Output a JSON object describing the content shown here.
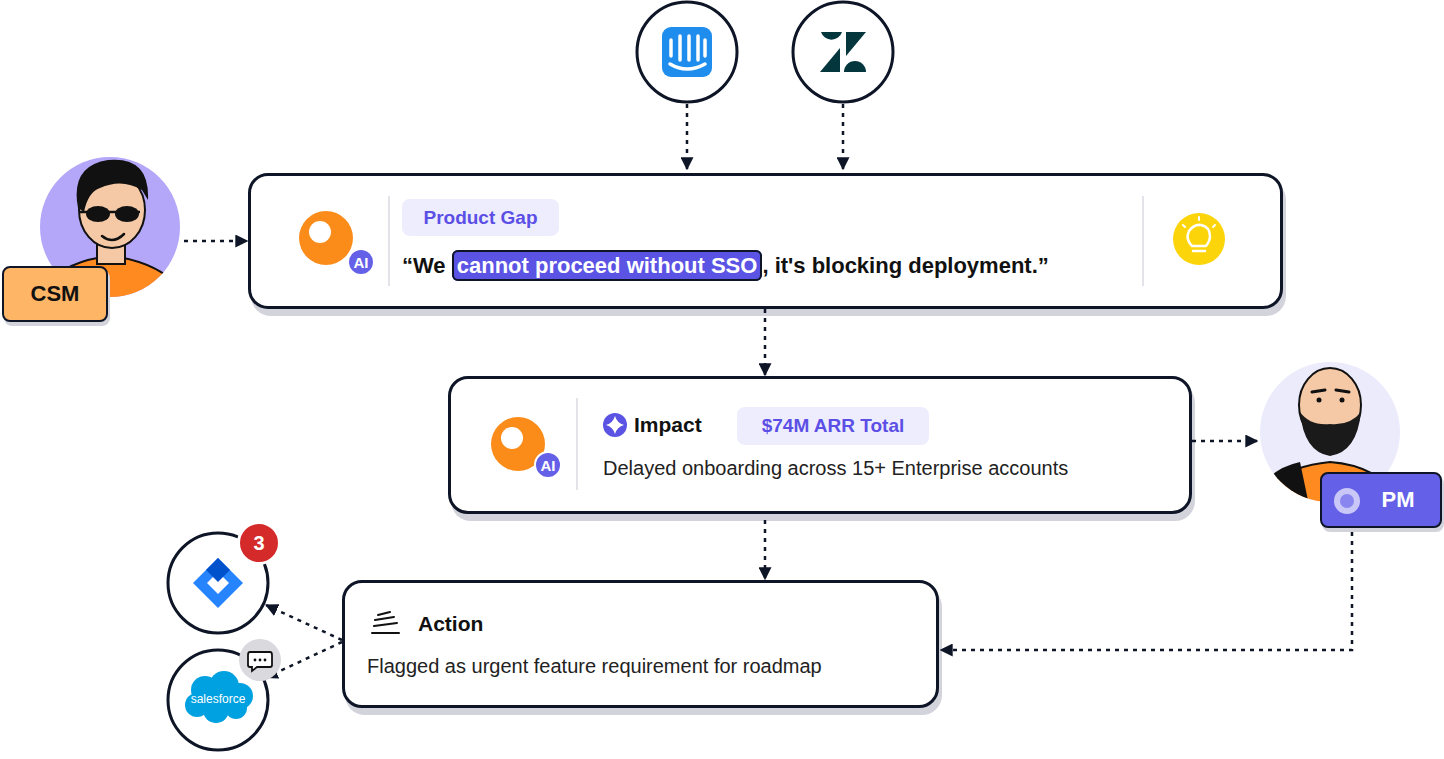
{
  "diagram": {
    "nodes": [
      {
        "text": [
          "CSM"
        ]
      },
      {
        "text": [
          "“We cannot proceed without SSO, it's blocking deployment.”"
        ]
      },
      {
        "text": [
          "Product Gap"
        ],
        "in": 1
      },
      {
        "text": [
          "AI"
        ],
        "in": 1
      },
      {
        "text": [
          "Impact",
          "Delayed onboarding across 15+ Enterprise accounts"
        ]
      },
      {
        "text": [
          "AI"
        ],
        "in": 4
      },
      {
        "text": [
          "$74M ARR Total"
        ],
        "in": 4
      },
      {
        "text": [
          "PM"
        ]
      },
      {
        "text": [
          "Action",
          "Flagged as urgent feature requirement for roadmap"
        ]
      },
      {
        "text": [
          "3"
        ]
      },
      {
        "text": [
          "salesforce"
        ]
      }
    ],
    "edges": [
      {
        "from": 0,
        "to": 1,
        "arrow": "to"
      },
      {
        "from": 1,
        "to": 4,
        "arrow": "to"
      },
      {
        "from": 4,
        "to": 7,
        "arrow": "to"
      },
      {
        "from": 4,
        "to": 8,
        "arrow": "to"
      },
      {
        "from": 7,
        "to": 8,
        "arrow": "to"
      },
      {
        "from": 8,
        "to": 9,
        "arrow": "to"
      },
      {
        "from": 8,
        "to": 10,
        "arrow": "to"
      }
    ]
  }
}
